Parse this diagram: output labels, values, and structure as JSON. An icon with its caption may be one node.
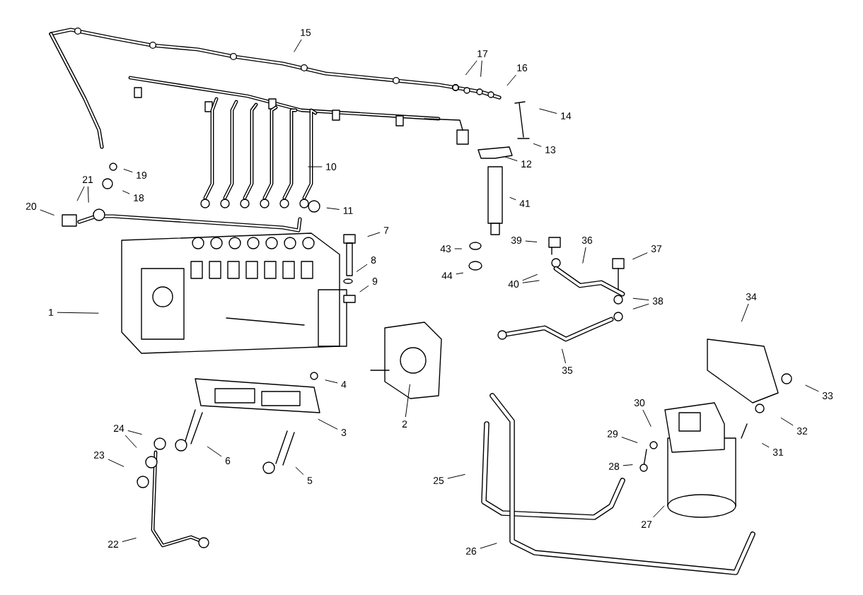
{
  "diagram": {
    "nodes": [
      {
        "text": [
          "1"
        ]
      },
      {
        "text": [
          "2"
        ]
      },
      {
        "text": [
          "3"
        ]
      },
      {
        "text": [
          "4"
        ]
      },
      {
        "text": [
          "5"
        ]
      },
      {
        "text": [
          "6"
        ]
      },
      {
        "text": [
          "7"
        ]
      },
      {
        "text": [
          "8"
        ]
      },
      {
        "text": [
          "9"
        ]
      },
      {
        "text": [
          "10"
        ]
      },
      {
        "text": [
          "11"
        ]
      },
      {
        "text": [
          "14"
        ]
      },
      {
        "text": [
          "13"
        ]
      },
      {
        "text": [
          "12"
        ]
      },
      {
        "text": [
          "41"
        ]
      },
      {
        "text": [
          "15"
        ]
      },
      {
        "text": [
          "16"
        ]
      },
      {
        "text": [
          "17"
        ]
      },
      {
        "text": [
          "18"
        ]
      },
      {
        "text": [
          "19"
        ]
      },
      {
        "text": [
          "20"
        ]
      },
      {
        "text": [
          "21"
        ]
      },
      {
        "text": [
          "22"
        ]
      },
      {
        "text": [
          "23"
        ]
      },
      {
        "text": [
          "24"
        ]
      },
      {
        "text": [
          "25"
        ]
      },
      {
        "text": [
          "26"
        ]
      },
      {
        "text": [
          "27"
        ]
      },
      {
        "text": [
          "28"
        ]
      },
      {
        "text": [
          "29"
        ]
      },
      {
        "text": [
          "30"
        ]
      },
      {
        "text": [
          "31"
        ]
      },
      {
        "text": [
          "32"
        ]
      },
      {
        "text": [
          "33"
        ]
      },
      {
        "text": [
          "34"
        ]
      },
      {
        "text": [
          "35"
        ]
      },
      {
        "text": [
          "36"
        ]
      },
      {
        "text": [
          "37"
        ]
      },
      {
        "text": [
          "38"
        ]
      },
      {
        "text": [
          "39"
        ]
      },
      {
        "text": [
          "40"
        ]
      },
      {
        "text": [
          "43"
        ]
      },
      {
        "text": [
          "44"
        ]
      }
    ],
    "edges": [
      {
        "from": 0,
        "to": null,
        "arrow": "none"
      },
      {
        "from": 1,
        "to": null,
        "arrow": "none"
      },
      {
        "from": 2,
        "to": null,
        "arrow": "none"
      },
      {
        "from": 3,
        "to": null,
        "arrow": "none"
      },
      {
        "from": 4,
        "to": null,
        "arrow": "none"
      },
      {
        "from": 5,
        "to": null,
        "arrow": "none"
      },
      {
        "from": 6,
        "to": null,
        "arrow": "none"
      },
      {
        "from": 7,
        "to": null,
        "arrow": "none"
      },
      {
        "from": 8,
        "to": null,
        "arrow": "none"
      },
      {
        "from": 9,
        "to": null,
        "arrow": "none"
      },
      {
        "from": 10,
        "to": null,
        "arrow": "none"
      },
      {
        "from": 11,
        "to": null,
        "arrow": "none"
      },
      {
        "from": 12,
        "to": null,
        "arrow": "none"
      },
      {
        "from": 13,
        "to": null,
        "arrow": "none"
      },
      {
        "from": 14,
        "to": null,
        "arrow": "none"
      },
      {
        "from": 15,
        "to": null,
        "arrow": "none"
      },
      {
        "from": 16,
        "to": null,
        "arrow": "none"
      },
      {
        "from": 17,
        "to": null,
        "arrow": "none"
      },
      {
        "from": 17,
        "to": null,
        "arrow": "none"
      },
      {
        "from": 18,
        "to": null,
        "arrow": "none"
      },
      {
        "from": 19,
        "to": null,
        "arrow": "none"
      },
      {
        "from": 20,
        "to": null,
        "arrow": "none"
      },
      {
        "from": 21,
        "to": null,
        "arrow": "none"
      },
      {
        "from": 21,
        "to": null,
        "arrow": "none"
      },
      {
        "from": 22,
        "to": null,
        "arrow": "none"
      },
      {
        "from": 23,
        "to": null,
        "arrow": "none"
      },
      {
        "from": 24,
        "to": null,
        "arrow": "none"
      },
      {
        "from": 24,
        "to": null,
        "arrow": "none"
      },
      {
        "from": 25,
        "to": null,
        "arrow": "none"
      },
      {
        "from": 26,
        "to": null,
        "arrow": "none"
      },
      {
        "from": 27,
        "to": null,
        "arrow": "none"
      },
      {
        "from": 28,
        "to": null,
        "arrow": "none"
      },
      {
        "from": 29,
        "to": null,
        "arrow": "none"
      },
      {
        "from": 30,
        "to": null,
        "arrow": "none"
      },
      {
        "from": 31,
        "to": null,
        "arrow": "none"
      },
      {
        "from": 32,
        "to": null,
        "arrow": "none"
      },
      {
        "from": 33,
        "to": null,
        "arrow": "none"
      },
      {
        "from": 34,
        "to": null,
        "arrow": "none"
      },
      {
        "from": 35,
        "to": null,
        "arrow": "none"
      },
      {
        "from": 36,
        "to": null,
        "arrow": "none"
      },
      {
        "from": 37,
        "to": null,
        "arrow": "none"
      },
      {
        "from": 38,
        "to": null,
        "arrow": "none"
      },
      {
        "from": 38,
        "to": null,
        "arrow": "none"
      },
      {
        "from": 39,
        "to": null,
        "arrow": "none"
      },
      {
        "from": 40,
        "to": null,
        "arrow": "none"
      },
      {
        "from": 40,
        "to": null,
        "arrow": "none"
      },
      {
        "from": 41,
        "to": null,
        "arrow": "none"
      },
      {
        "from": 42,
        "to": null,
        "arrow": "none"
      }
    ]
  }
}
